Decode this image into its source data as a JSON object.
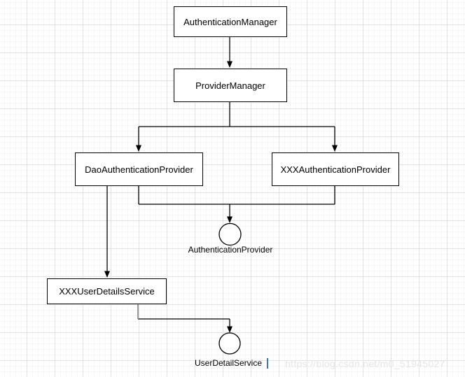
{
  "diagram": {
    "type": "flowchart",
    "nodes": [
      {
        "id": "authentication-manager",
        "label": "AuthenticationManager",
        "shape": "rect"
      },
      {
        "id": "provider-manager",
        "label": "ProviderManager",
        "shape": "rect"
      },
      {
        "id": "dao-authentication-provider",
        "label": "DaoAuthenticationProvider",
        "shape": "rect"
      },
      {
        "id": "xxx-authentication-provider",
        "label": "XXXAuthenticationProvider",
        "shape": "rect"
      },
      {
        "id": "authentication-provider",
        "label": "AuthenticationProvider",
        "shape": "interface-circle"
      },
      {
        "id": "xxx-user-details-service",
        "label": "XXXUserDetailsService",
        "shape": "rect"
      },
      {
        "id": "user-detail-service",
        "label": "UserDetailService",
        "shape": "interface-circle"
      }
    ],
    "edges": [
      {
        "from": "AuthenticationManager",
        "to": "ProviderManager"
      },
      {
        "from": "ProviderManager",
        "to": "DaoAuthenticationProvider"
      },
      {
        "from": "ProviderManager",
        "to": "XXXAuthenticationProvider"
      },
      {
        "from": "DaoAuthenticationProvider",
        "to": "AuthenticationProvider"
      },
      {
        "from": "XXXAuthenticationProvider",
        "to": "AuthenticationProvider"
      },
      {
        "from": "DaoAuthenticationProvider",
        "to": "XXXUserDetailsService"
      },
      {
        "from": "XXXUserDetailsService",
        "to": "UserDetailService"
      }
    ],
    "colors": {
      "stroke": "#000000",
      "node_fill": "#ffffff",
      "grid_minor": "#f7f6f6",
      "grid_major": "#e2e2e2",
      "gray_connector": "#999999",
      "caret_blue": "#3a74c9"
    }
  },
  "watermark": {
    "text": "https://blog.csdn.net/m0_51945027",
    "color": "#e6e6e6"
  }
}
